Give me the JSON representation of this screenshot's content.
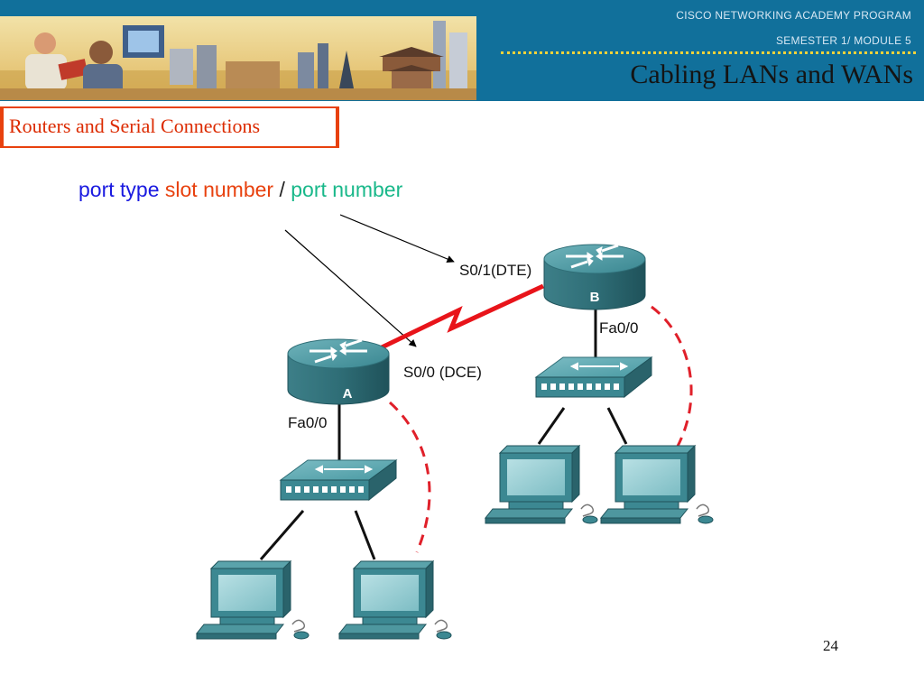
{
  "header": {
    "program": "CISCO NETWORKING ACADEMY PROGRAM",
    "module": "SEMESTER 1/ MODULE 5",
    "title": "Cabling LANs and WANs"
  },
  "slide": {
    "section_label": "Routers and Serial Connections",
    "syntax": {
      "port_type": "port type",
      "slot_number": "slot number",
      "separator": "/",
      "port_number": "port number"
    },
    "page_number": "24"
  },
  "diagram": {
    "router_a": {
      "label": "A",
      "serial_port": "S0/0 (DCE)",
      "lan_port": "Fa0/0"
    },
    "router_b": {
      "label": "B",
      "serial_port": "S0/1(DTE)",
      "lan_port": "Fa0/0"
    },
    "icons": [
      "router-icon",
      "switch-icon",
      "computer-icon",
      "serial-link-icon"
    ],
    "colors": {
      "banner": "#11709b",
      "serial_link": "#e8141a",
      "console_cable": "#e0202a",
      "device_teal": "#3b8a93",
      "syntax_type": "#1a1ae0",
      "syntax_slot": "#e8410e",
      "syntax_port": "#19b88a"
    }
  }
}
